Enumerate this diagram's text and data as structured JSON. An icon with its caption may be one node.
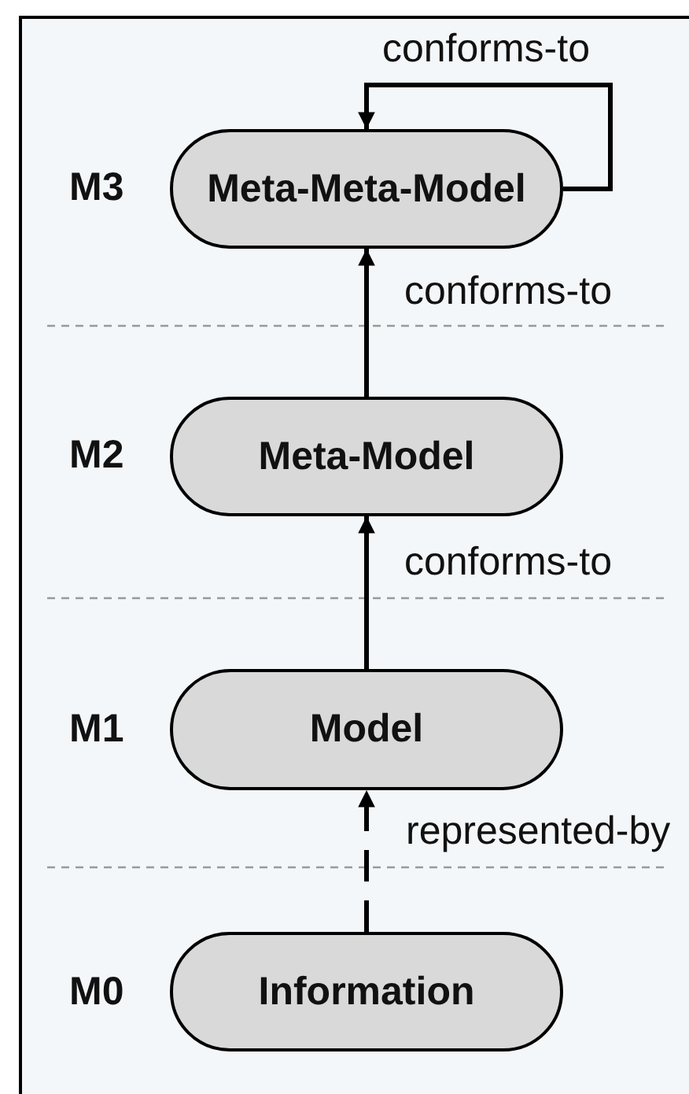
{
  "diagram": {
    "nodes": [
      {
        "text": [
          "Meta-Meta-Model"
        ]
      },
      {
        "text": [
          "Meta-Model"
        ]
      },
      {
        "text": [
          "Model"
        ]
      },
      {
        "text": [
          "Information"
        ]
      }
    ],
    "edges": [
      {
        "from": 0,
        "to": 0,
        "arrow": "to",
        "label": "conforms-to"
      },
      {
        "from": 1,
        "to": 0,
        "arrow": "to",
        "label": "conforms-to"
      },
      {
        "from": 2,
        "to": 1,
        "arrow": "to",
        "label": "conforms-to"
      },
      {
        "from": 3,
        "to": 2,
        "arrow": "to",
        "label": "represented-by",
        "style": "dashed"
      }
    ],
    "labels": [
      "M3",
      "M2",
      "M1",
      "M0"
    ]
  }
}
